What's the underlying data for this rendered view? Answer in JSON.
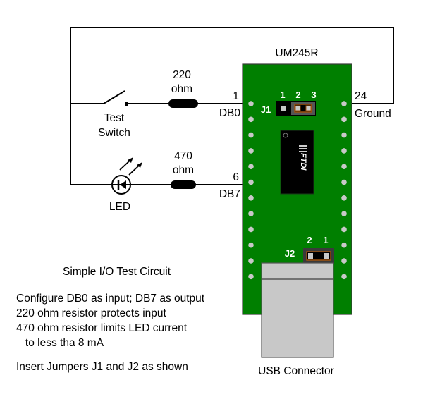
{
  "diagram": {
    "module_title": "UM245R",
    "resistor_1": {
      "value_line1": "220",
      "value_line2": "ohm"
    },
    "resistor_2": {
      "value_line1": "470",
      "value_line2": "ohm"
    },
    "switch": {
      "label_line1": "Test",
      "label_line2": "Switch"
    },
    "led": {
      "label": "LED"
    },
    "pins": {
      "db0": {
        "number": "1",
        "name": "DB0"
      },
      "db7": {
        "number": "6",
        "name": "DB7"
      },
      "ground": {
        "number": "24",
        "name": "Ground"
      }
    },
    "jumper_j1": {
      "label": "J1",
      "pin1": "1",
      "pin2": "2",
      "pin3": "3"
    },
    "jumper_j2": {
      "label": "J2",
      "pin2": "2",
      "pin1": "1"
    },
    "chip_logo": "FTDI",
    "usb_label": "USB Connector",
    "colors": {
      "pcb_green": "#007f00",
      "pin_dot": "#c8c8c8",
      "jumper_body": "#000000",
      "jumper_shunt": "#555555",
      "shunt_outline": "#a0520e",
      "usb_gray": "#c8c8c8"
    }
  },
  "notes": {
    "title": "Simple I/O Test Circuit",
    "line1": "Configure DB0 as input; DB7 as output",
    "line2": "220 ohm resistor protects input",
    "line3": "470 ohm resistor limits LED current",
    "line4": "   to less tha 8 mA",
    "line5": "Insert Jumpers J1 and J2 as shown"
  }
}
